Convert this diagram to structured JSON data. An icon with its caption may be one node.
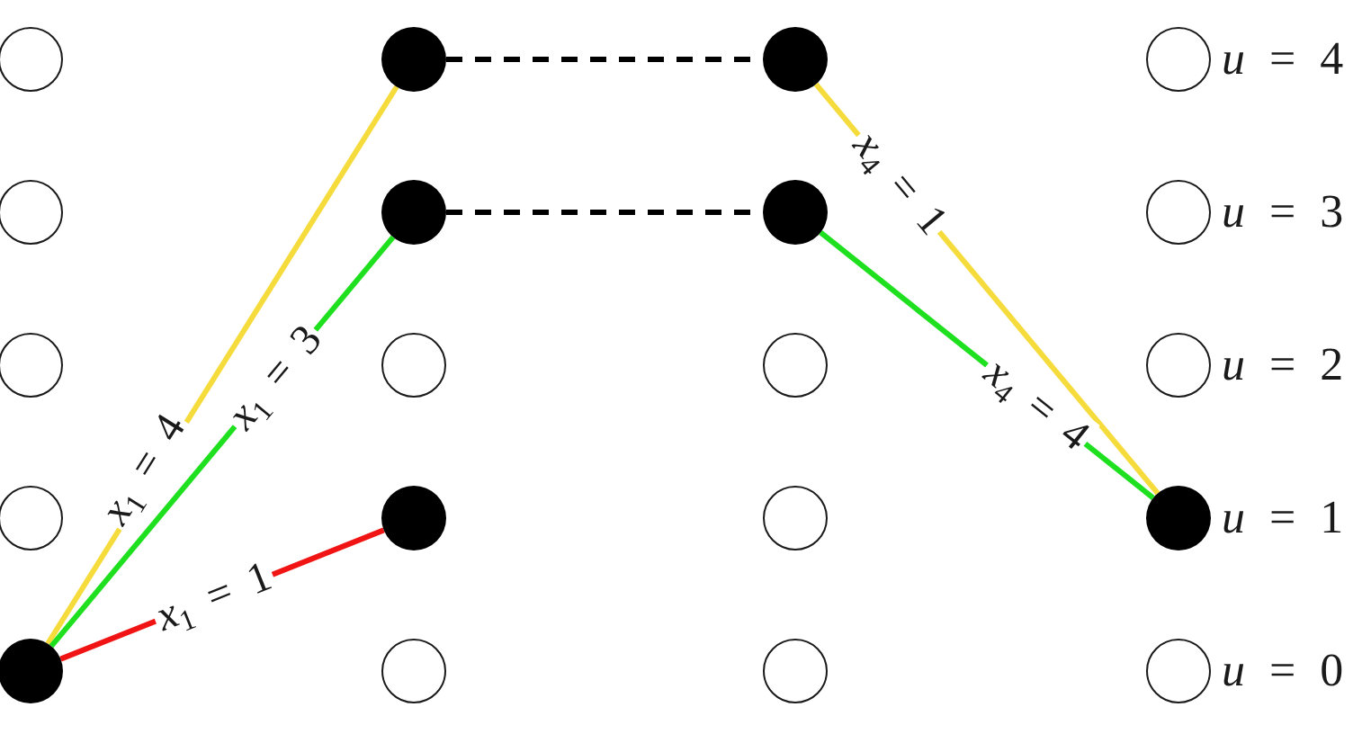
{
  "diagram": {
    "nodes": [
      {
        "text": [],
        "shape": "circle"
      },
      {
        "text": [],
        "shape": "dot"
      },
      {
        "text": [],
        "shape": "dot"
      },
      {
        "text": [],
        "shape": "circle"
      },
      {
        "text": [],
        "shape": "circle"
      },
      {
        "text": [],
        "shape": "dot"
      },
      {
        "text": [],
        "shape": "dot"
      },
      {
        "text": [],
        "shape": "circle"
      },
      {
        "text": [],
        "shape": "circle"
      },
      {
        "text": [],
        "shape": "circle"
      },
      {
        "text": [],
        "shape": "circle"
      },
      {
        "text": [],
        "shape": "circle"
      },
      {
        "text": [],
        "shape": "circle"
      },
      {
        "text": [],
        "shape": "dot"
      },
      {
        "text": [],
        "shape": "circle"
      },
      {
        "text": [],
        "shape": "dot"
      },
      {
        "text": [],
        "shape": "dot"
      },
      {
        "text": [],
        "shape": "circle"
      },
      {
        "text": [],
        "shape": "circle"
      },
      {
        "text": [],
        "shape": "circle"
      }
    ],
    "edges": [
      {
        "from": 16,
        "to": 1,
        "arrow": "none",
        "label": "*x*$_{1}$ = 4",
        "color": "#f5dc3c"
      },
      {
        "from": 16,
        "to": 5,
        "arrow": "none",
        "label": "*x*$_{1}$ = 3",
        "color": "#1fe01f"
      },
      {
        "from": 16,
        "to": 13,
        "arrow": "none",
        "label": "*x*$_{1}$ = 1",
        "color": "#f01414"
      },
      {
        "from": 1,
        "to": 2,
        "arrow": "none",
        "style": "dashed",
        "color": "#000000"
      },
      {
        "from": 5,
        "to": 6,
        "arrow": "none",
        "style": "dashed",
        "color": "#000000"
      },
      {
        "from": 2,
        "to": 15,
        "arrow": "none",
        "label": "*x*$_{4}$ = 1",
        "color": "#f5dc3c"
      },
      {
        "from": 6,
        "to": 15,
        "arrow": "none",
        "label": "*x*$_{4}$ = 4",
        "color": "#1fe01f"
      }
    ],
    "labels": [
      "*u* = 4",
      "*u* = 3",
      "*u* = 2",
      "*u* = 1",
      "*u* = 0"
    ]
  }
}
